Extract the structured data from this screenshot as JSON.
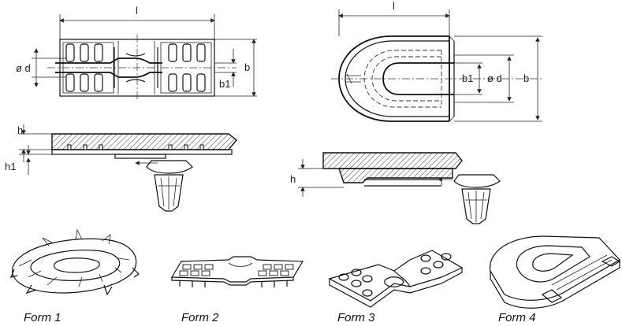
{
  "labels": {
    "form1": "Form 1",
    "form2": "Form 2",
    "form3": "Form 3",
    "form4": "Form 4"
  },
  "dims": {
    "l": "l",
    "d": "ø d",
    "b": "b",
    "b1": "b1",
    "h": "h",
    "h1": "h1"
  }
}
